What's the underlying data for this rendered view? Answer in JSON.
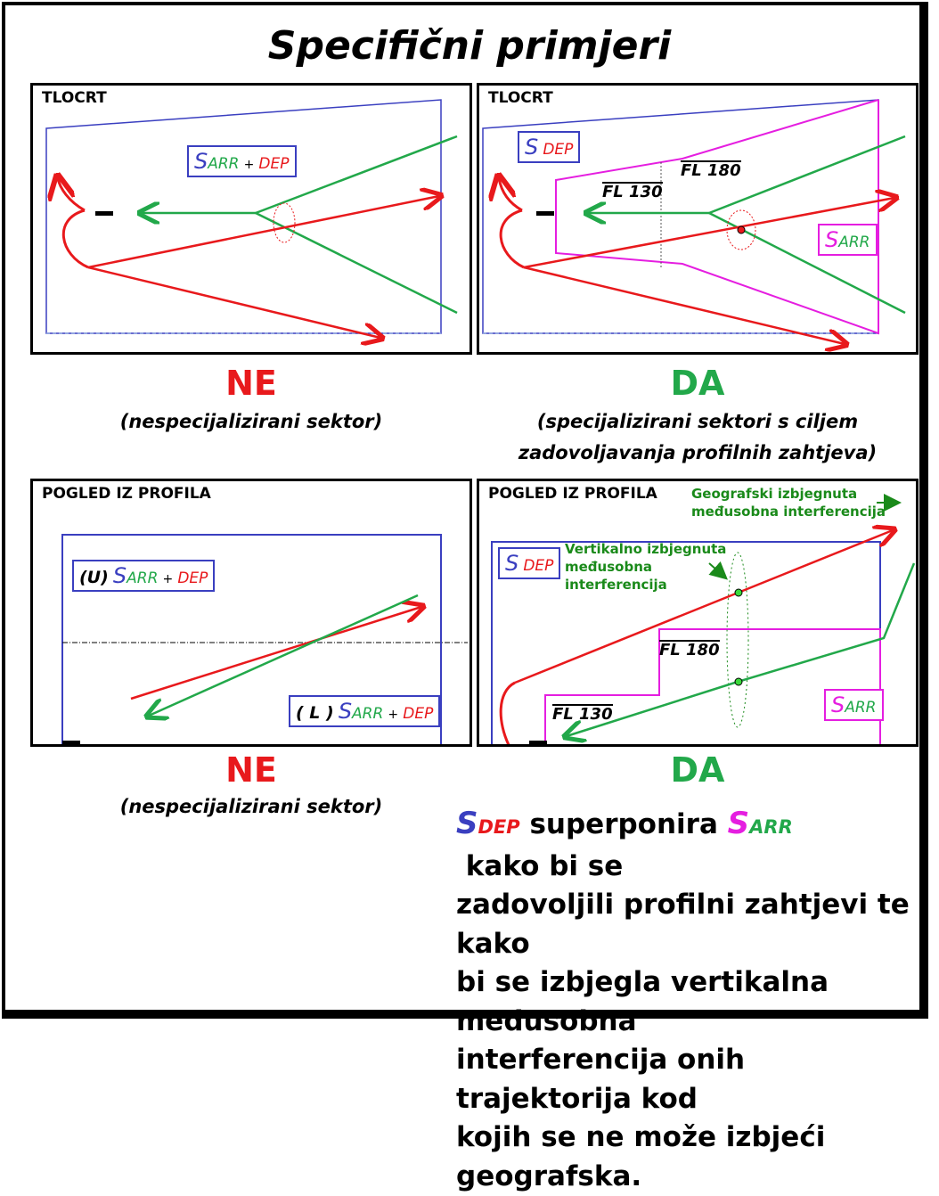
{
  "title": "Specifični primjeri",
  "panels": {
    "tl": {
      "label": "TLOCRT",
      "box_s": "S",
      "box_sub1": "ARR",
      "box_plus": "+",
      "box_sub2": "DEP"
    },
    "tr": {
      "label": "TLOCRT",
      "sdep_s": "S",
      "sdep_sub": "DEP",
      "sarr_s": "S",
      "sarr_sub": "ARR",
      "fl_low": "FL 130",
      "fl_high": "FL 180"
    },
    "bl": {
      "label": "POGLED IZ PROFILA",
      "upper_prefix": "(U)",
      "upper_s": "S",
      "upper_sub1": "ARR",
      "upper_plus": "+",
      "upper_sub2": "DEP",
      "lower_prefix": "( L )",
      "lower_s": "S",
      "lower_sub1": "ARR",
      "lower_plus": "+",
      "lower_sub2": "DEP"
    },
    "br": {
      "label": "POGLED IZ PROFILA",
      "geo_note_1": "Geografski izbjegnuta",
      "geo_note_2": "međusobna interferencija",
      "vert_note_1": "Vertikalno izbjegnuta",
      "vert_note_2": "međusobna",
      "vert_note_3": "interferencija",
      "sdep_s": "S",
      "sdep_sub": "DEP",
      "sarr_s": "S",
      "sarr_sub": "ARR",
      "fl_low": "FL 130",
      "fl_high": "FL 180"
    }
  },
  "verdicts": {
    "top_left": "NE",
    "top_left_caption": "(nespecijalizirani sektor)",
    "top_right": "DA",
    "top_right_caption_1": "(specijalizirani sektori s ciljem",
    "top_right_caption_2": "zadovoljavanja profilnih zahtjeva)",
    "bottom_left": "NE",
    "bottom_left_caption": "(nespecijalizirani sektor)",
    "bottom_right": "DA"
  },
  "bottom_text": {
    "s1": "S",
    "s1_sub": "DEP",
    "w1": " superponira ",
    "s2": "S",
    "s2_sub": "ARR",
    "w2": " kako bi se",
    "line2": "zadovoljili profilni zahtjevi te kako",
    "line3": "bi se izbjegla vertikalna međusobna",
    "line4": "interferencija onih trajektorija kod",
    "line5": "kojih se ne može izbjeći geografska."
  },
  "colors": {
    "red": "#e8191c",
    "green": "#22a84a",
    "blue": "#3a3fc0",
    "magenta": "#e51ee0",
    "dark_green": "#1a8a1a"
  }
}
